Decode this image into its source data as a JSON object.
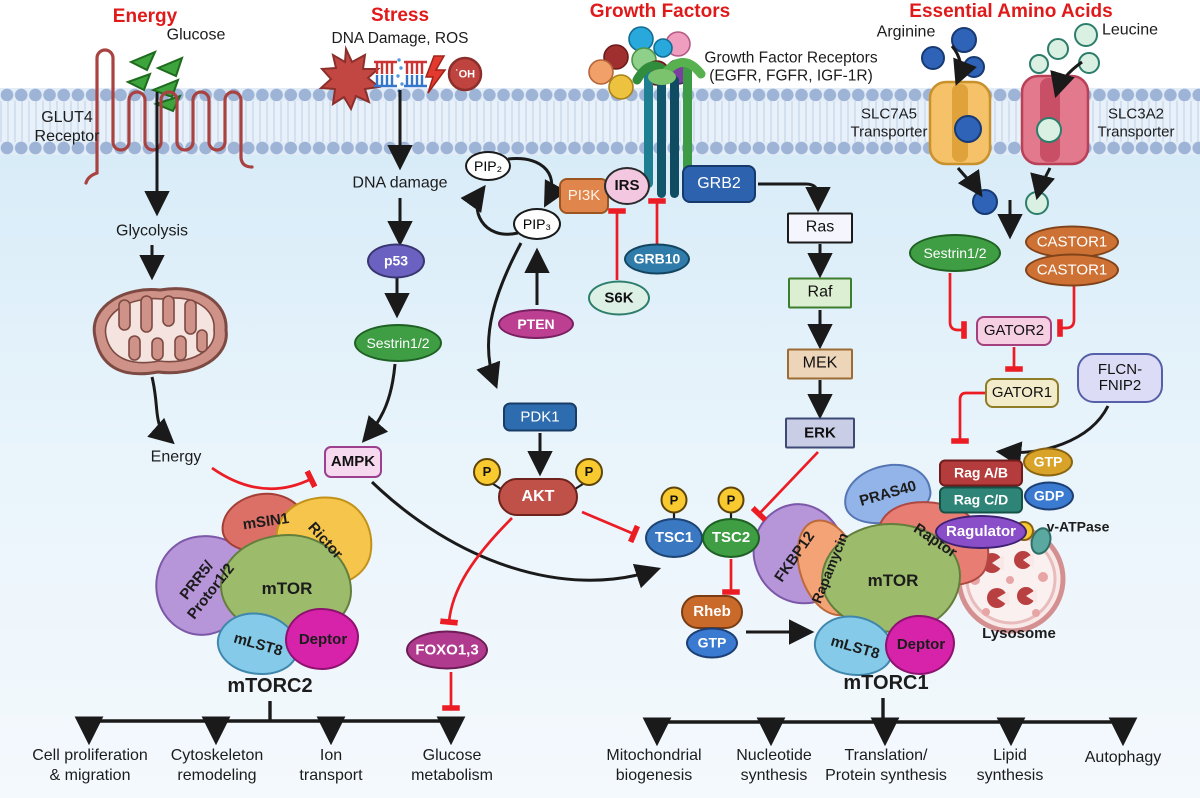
{
  "headers": {
    "energy": "Energy",
    "stress": "Stress",
    "growth_factors": "Growth Factors",
    "essential_amino_acids": "Essential Amino Acids"
  },
  "stimuli": {
    "glucose": "Glucose",
    "dna_damage_ros": "DNA Damage, ROS",
    "hydroxyl_radical": "˙OH",
    "gf_receptors": "Growth Factor Receptors\n(EGFR, FGFR, IGF-1R)",
    "arginine": "Arginine",
    "leucine": "Leucine"
  },
  "membrane_proteins": {
    "glut4": "GLUT4\nReceptor",
    "slc7a5": "SLC7A5\nTransporter",
    "slc3a2": "SLC3A2\nTransporter"
  },
  "left_pathway": {
    "glycolysis": "Glycolysis",
    "energy": "Energy",
    "dna_damage": "DNA damage"
  },
  "nodes": {
    "p53": "p53",
    "sestrin_left": "Sestrin1/2",
    "ampk": "AMPK",
    "pip2": "PIP₂",
    "pip3": "PIP₃",
    "pten": "PTEN",
    "pdk1": "PDK1",
    "akt": "AKT",
    "p": "P",
    "pi3k": "PI3K",
    "irs": "IRS",
    "grb10": "GRB10",
    "s6k": "S6K",
    "grb2": "GRB2",
    "ras": "Ras",
    "raf": "Raf",
    "mek": "MEK",
    "erk": "ERK",
    "tsc1": "TSC1",
    "tsc2": "TSC2",
    "rheb": "Rheb",
    "gtp_rheb": "GTP",
    "foxo": "FOXO1,3",
    "sestrin_right": "Sestrin1/2",
    "castor1_top": "CASTOR1",
    "castor1_bottom": "CASTOR1",
    "gator2": "GATOR2",
    "gator1": "GATOR1",
    "flcn_fnip2": "FLCN-\nFNIP2",
    "rag_ab": "Rag A/B",
    "rag_cd": "Rag C/D",
    "gtp_rag": "GTP",
    "gdp_rag": "GDP",
    "ragulator": "Ragulator"
  },
  "mtorc2": {
    "msin1": "mSIN1",
    "rictor": "Rictor",
    "prr5": "PRR5/\nProtor1/2",
    "mtor": "mTOR",
    "mlst8": "mLST8",
    "deptor": "Deptor",
    "label": "mTORC2"
  },
  "mtorc1": {
    "fkbp12": "FKBP12",
    "rapamycin": "Rapamycin",
    "pras40": "PRAS40",
    "raptor": "Raptor",
    "mtor": "mTOR",
    "mlst8": "mLST8",
    "deptor": "Deptor",
    "label": "mTORC1"
  },
  "organelles": {
    "lysosome": "Lysosome",
    "v_atpase": "v-ATPase"
  },
  "outputs_mtorc2": [
    "Cell proliferation\n& migration",
    "Cytoskeleton\nremodeling",
    "Ion\ntransport",
    "Glucose\nmetabolism"
  ],
  "outputs_mtorc1": [
    "Mitochondrial\nbiogenesis",
    "Nucleotide\nsynthesis",
    "Translation/\nProtein synthesis",
    "Lipid\nsynthesis",
    "Autophagy"
  ],
  "colors": {
    "header_red": "#e01a1a",
    "inhibition_red": "#ec1c24",
    "arrow_black": "#1a1a1a",
    "membrane_dot": "#9db4d6",
    "membrane_fill": "#e3edf8",
    "cytoplasm": "#d8ecf8",
    "mtor_green": "#9cbb6b",
    "raptor_red": "#e87d74",
    "rictor_yellow": "#f6c64c",
    "deptor_magenta": "#d623a9",
    "mlst8_blue": "#85cbe9",
    "fkbp_purple": "#b695d9",
    "lysosome_pink": "#f9e8e8"
  }
}
